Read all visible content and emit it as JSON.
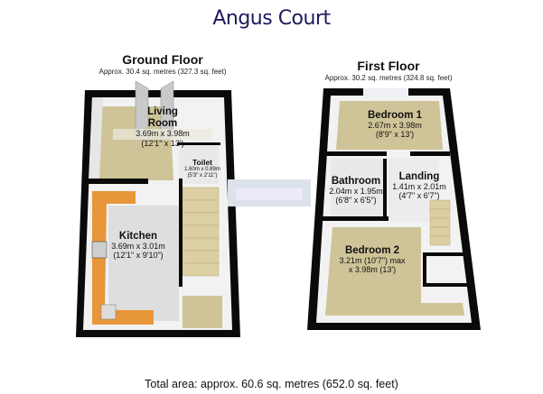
{
  "title": "Angus Court",
  "ground_floor": {
    "title": "Ground Floor",
    "area": "Approx. 30.4 sq. metres (327.3 sq. feet)",
    "rooms": [
      {
        "name": "Living Room",
        "line1": "Living",
        "line2": "Room",
        "dims_m": "3.69m x 3.98m",
        "dims_ft": "(12'1\" x 13')"
      },
      {
        "name": "Toilet",
        "dims_m": "1.60m x 0.89m",
        "dims_ft": "(5'3\" x 2'11\")"
      },
      {
        "name": "Kitchen",
        "dims_m": "3.69m x 3.01m",
        "dims_ft": "(12'1\" x 9'10\")"
      }
    ]
  },
  "first_floor": {
    "title": "First Floor",
    "area": "Approx. 30.2 sq. metres (324.8 sq. feet)",
    "rooms": [
      {
        "name": "Bedroom 1",
        "dims_m": "2.67m x 3.98m",
        "dims_ft": "(8'9\" x 13')"
      },
      {
        "name": "Bathroom",
        "dims_m": "2.04m x 1.95m",
        "dims_ft": "(6'8\" x 6'5\")"
      },
      {
        "name": "Landing",
        "dims_m": "1.41m x 2.01m",
        "dims_ft": "(4'7\" x 6'7\")"
      },
      {
        "name": "Bedroom 2",
        "dims_m": "3.21m (10'7\") max",
        "dims_ft": "x 3.98m (13')"
      }
    ]
  },
  "total_area": "Total area: approx. 60.6 sq. metres (652.0 sq. feet)",
  "colors": {
    "title": "#1e1b5e",
    "wall": "#0a0a0a",
    "carpet": "#c9bf92",
    "kitchen_floor": "#dcdcdc",
    "worktop": "#e8963a",
    "stairs": "#d9cc9e"
  }
}
